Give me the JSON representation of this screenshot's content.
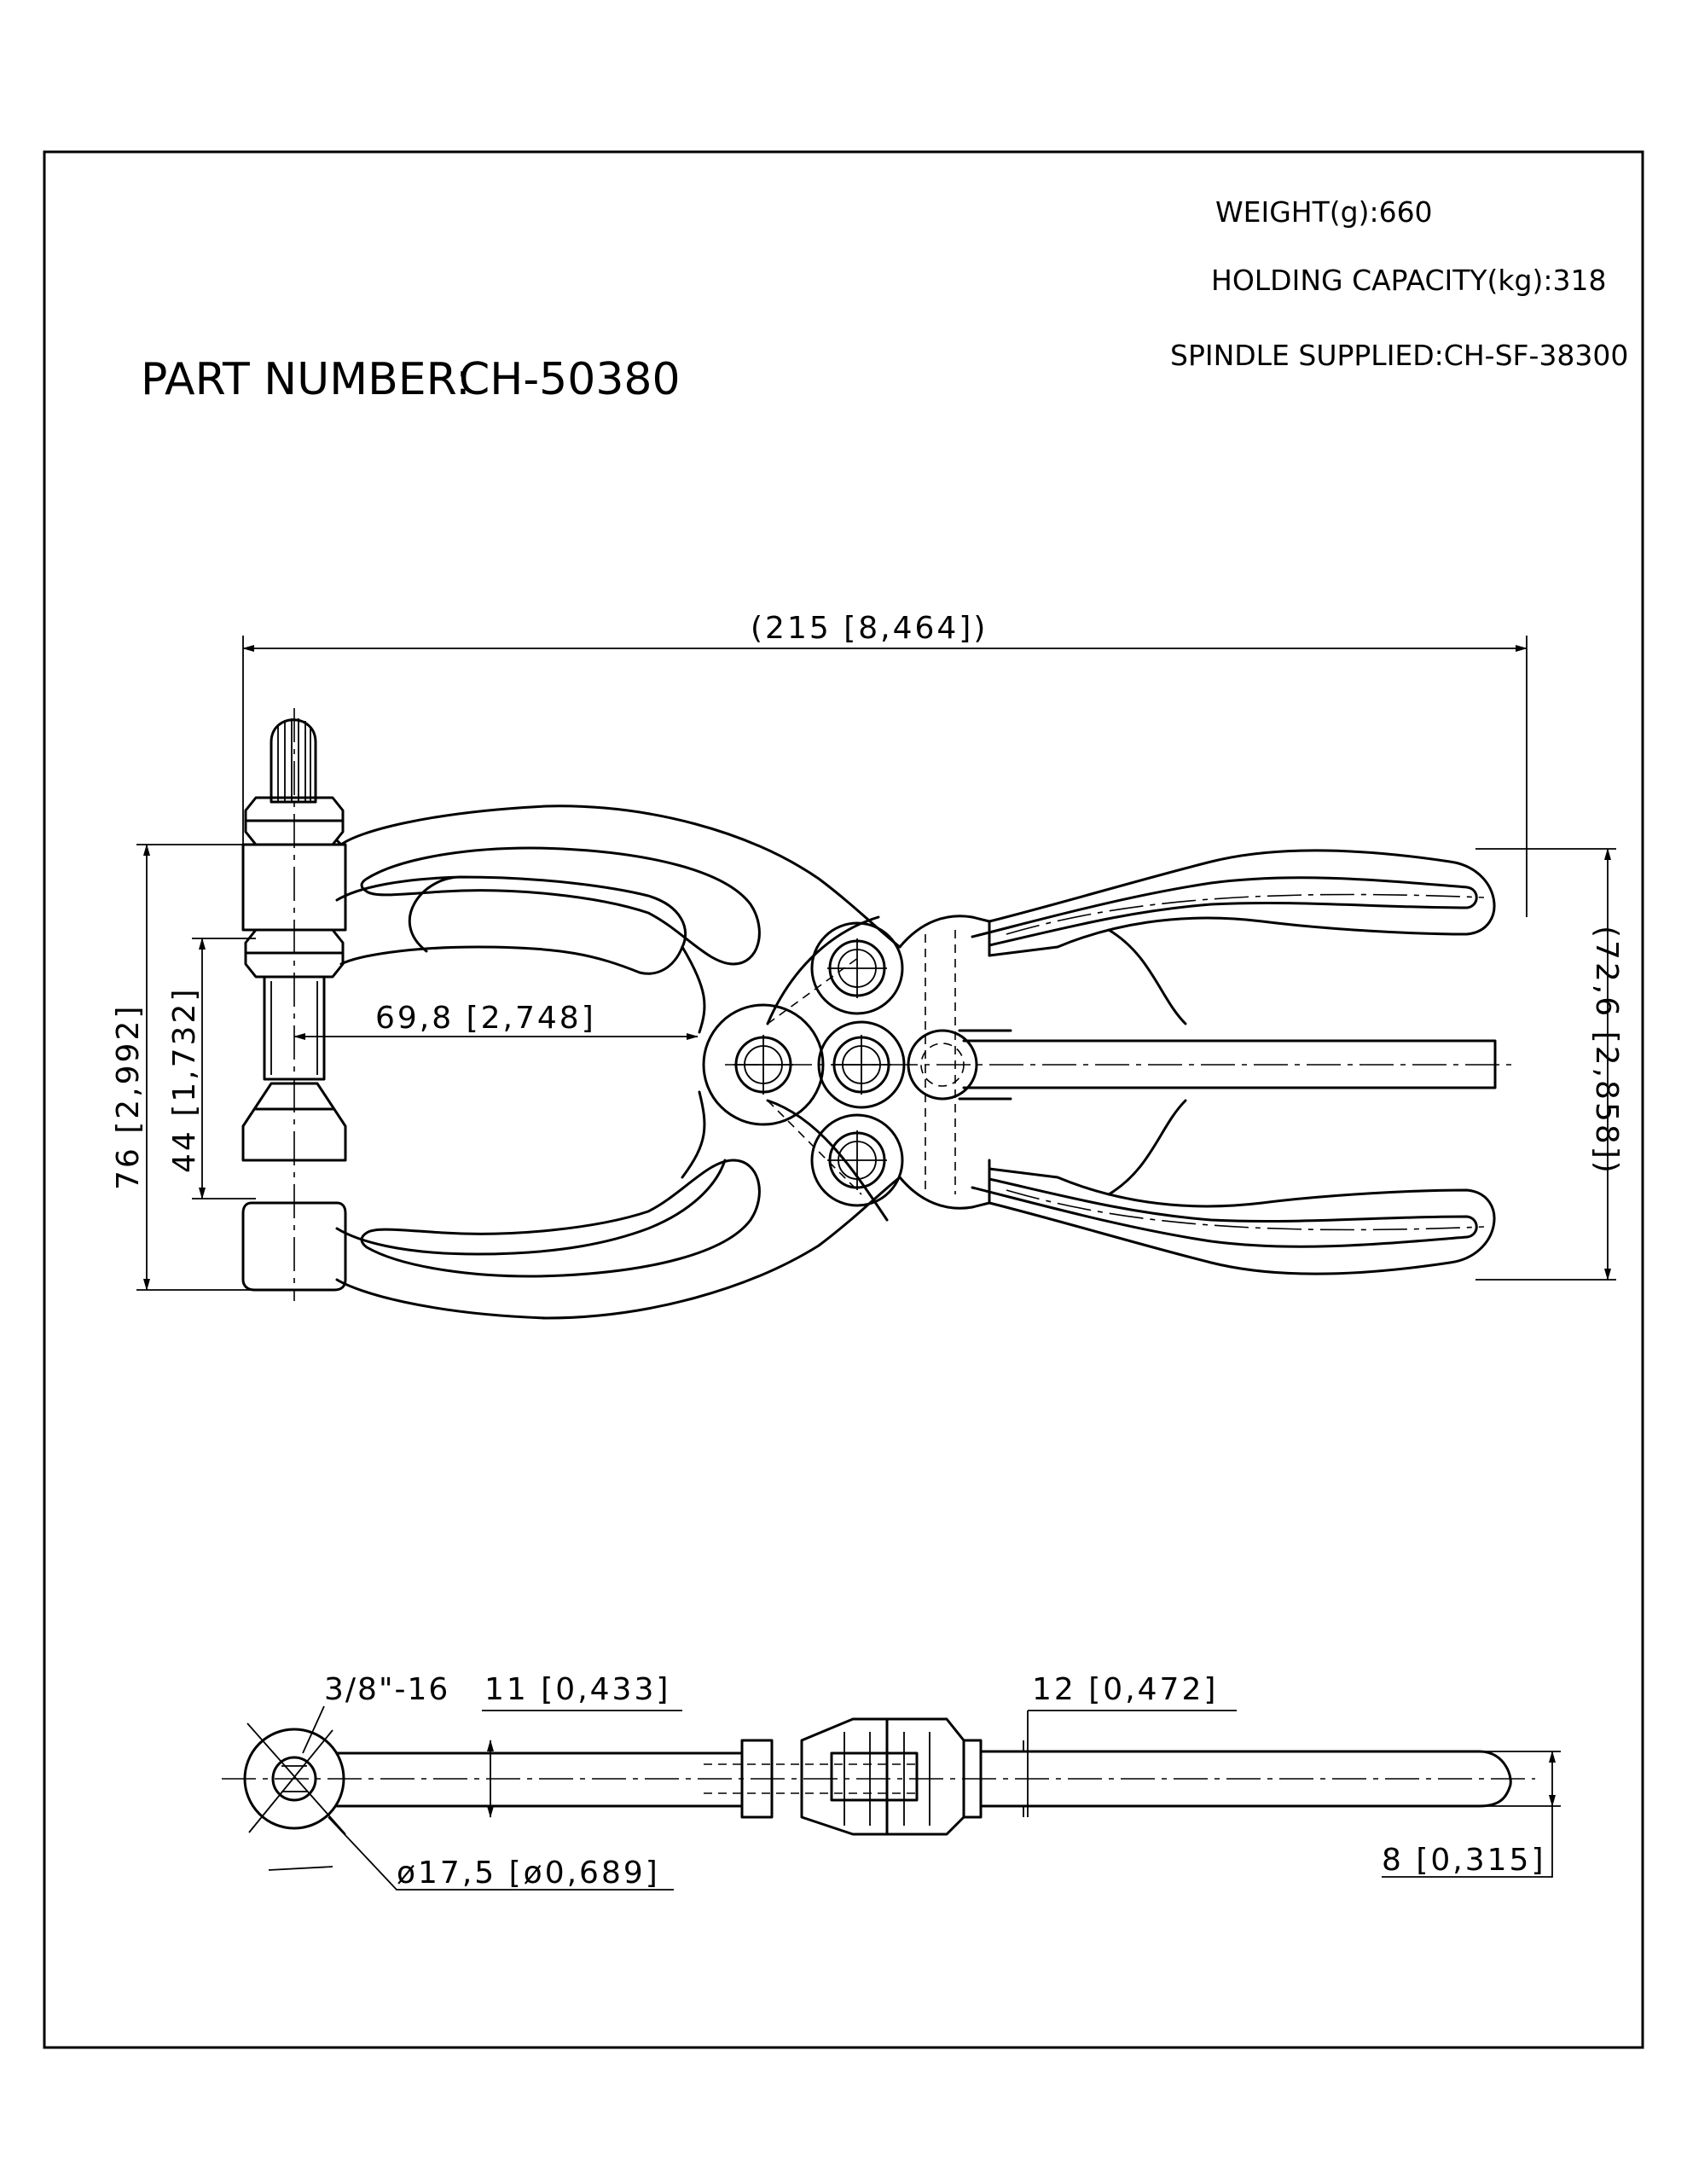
{
  "title_block": {
    "part_number_label": "PART NUMBER:",
    "part_number": "CH-50380"
  },
  "specs": {
    "weight": "WEIGHT(g):660",
    "holding_capacity": "HOLDING CAPACITY(kg):318",
    "spindle": "SPINDLE SUPPLIED:CH-SF-38300"
  },
  "dimensions": {
    "overall_length": "(215 [8,464])",
    "overall_height": "76 [2,992]",
    "spindle_opening": "44 [1,732]",
    "throat_depth": "69,8 [2,748]",
    "handle_spread": "(72,6 [2,858])",
    "thread": "3/8\"-16",
    "arm_thickness": "11 [0,433]",
    "handle_thickness": "12 [0,472]",
    "handle_width": "8 [0,315]",
    "eye_diameter": "ø17,5 [ø0,689]"
  }
}
